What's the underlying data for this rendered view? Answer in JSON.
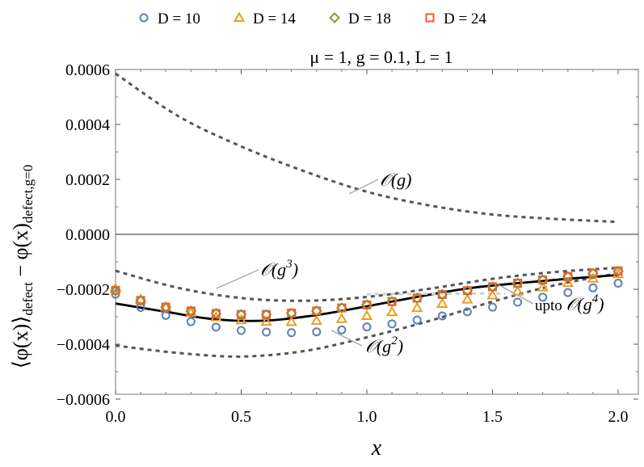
{
  "chart_data": {
    "type": "scatter",
    "title": "μ = 1,  g = 0.1,  L = 1",
    "xlabel": "x",
    "ylabel": "⟨φ(x)⟩defect − φ(x)defect,g=0",
    "ylabel_parts": {
      "main": "⟨φ(x)⟩",
      "sub1": "defect",
      "mid": " − φ(x)",
      "sub2": "defect,g=0"
    },
    "xlim": [
      0.0,
      2.05
    ],
    "ylim": [
      -0.00067,
      0.00069
    ],
    "x_ticks": [
      0.0,
      0.5,
      1.0,
      1.5,
      2.0
    ],
    "x_tick_labels": [
      "0.0",
      "0.5",
      "1.0",
      "1.5",
      "2.0"
    ],
    "y_ticks": [
      -0.0006,
      -0.0004,
      -0.0002,
      0.0,
      0.0002,
      0.0004,
      0.0006
    ],
    "y_tick_labels": [
      "−0.0006",
      "−0.0004",
      "−0.0002",
      "0.0000",
      "0.0002",
      "0.0004",
      "0.0006"
    ],
    "legend_position": "top",
    "series": [
      {
        "name": "D = 10",
        "marker": "circle",
        "color": "#5b7fba",
        "x": [
          0.0,
          0.1,
          0.2,
          0.3,
          0.4,
          0.5,
          0.6,
          0.7,
          0.8,
          0.9,
          1.0,
          1.1,
          1.2,
          1.3,
          1.4,
          1.5,
          1.6,
          1.7,
          1.8,
          1.9,
          2.0
        ],
        "y": [
          -0.000218,
          -0.000266,
          -0.000295,
          -0.000318,
          -0.000338,
          -0.00035,
          -0.000356,
          -0.000358,
          -0.000355,
          -0.000348,
          -0.000337,
          -0.000326,
          -0.000312,
          -0.000297,
          -0.000282,
          -0.000265,
          -0.000247,
          -0.000229,
          -0.000212,
          -0.000195,
          -0.000178
        ]
      },
      {
        "name": "D = 14",
        "marker": "triangle",
        "color": "#e8a020",
        "x": [
          0.0,
          0.1,
          0.2,
          0.3,
          0.4,
          0.5,
          0.6,
          0.7,
          0.8,
          0.9,
          1.0,
          1.1,
          1.2,
          1.3,
          1.4,
          1.5,
          1.6,
          1.7,
          1.8,
          1.9,
          2.0
        ],
        "y": [
          -0.000198,
          -0.000237,
          -0.000266,
          -0.000286,
          -0.000302,
          -0.000313,
          -0.000318,
          -0.000319,
          -0.000315,
          -0.000308,
          -0.000297,
          -0.000283,
          -0.000268,
          -0.000253,
          -0.000237,
          -0.000222,
          -0.000208,
          -0.000193,
          -0.000177,
          -0.000161,
          -0.000145
        ]
      },
      {
        "name": "D = 18",
        "marker": "diamond",
        "color": "#7ba02e",
        "x": [
          0.0,
          0.1,
          0.2,
          0.3,
          0.4,
          0.5,
          0.6,
          0.7,
          0.8,
          0.9,
          1.0,
          1.1,
          1.2,
          1.3,
          1.4,
          1.5,
          1.6,
          1.7,
          1.8,
          1.9,
          2.0
        ],
        "y": [
          -0.000206,
          -0.000241,
          -0.000265,
          -0.000279,
          -0.000288,
          -0.000292,
          -0.000292,
          -0.000287,
          -0.000279,
          -0.000268,
          -0.000257,
          -0.000245,
          -0.000233,
          -0.000219,
          -0.000205,
          -0.000191,
          -0.000178,
          -0.000166,
          -0.000154,
          -0.000142,
          -0.000135
        ]
      },
      {
        "name": "D = 24",
        "marker": "square",
        "color": "#e86030",
        "x": [
          0.0,
          0.1,
          0.2,
          0.3,
          0.4,
          0.5,
          0.6,
          0.7,
          0.8,
          0.9,
          1.0,
          1.1,
          1.2,
          1.3,
          1.4,
          1.5,
          1.6,
          1.7,
          1.8,
          1.9,
          2.0
        ],
        "y": [
          -0.000204,
          -0.000241,
          -0.000265,
          -0.000279,
          -0.000288,
          -0.000292,
          -0.000292,
          -0.000287,
          -0.000279,
          -0.000268,
          -0.000257,
          -0.000245,
          -0.000232,
          -0.000219,
          -0.000205,
          -0.000191,
          -0.000178,
          -0.000166,
          -0.000154,
          -0.000142,
          -0.000133
        ]
      }
    ],
    "curves": [
      {
        "label": "O(g)",
        "style": "dashed",
        "color": "#555555",
        "x": [
          0.0,
          0.25,
          0.5,
          0.75,
          1.0,
          1.25,
          1.5,
          1.75,
          2.0
        ],
        "y": [
          0.000585,
          0.00043,
          0.00032,
          0.00023,
          0.000155,
          0.000105,
          7.2e-05,
          5.6e-05,
          4.5e-05
        ]
      },
      {
        "label": "O(g²)",
        "style": "dashed",
        "color": "#555555",
        "x": [
          0.0,
          0.25,
          0.5,
          0.75,
          1.0,
          1.25,
          1.5,
          1.75,
          2.0
        ],
        "y": [
          -0.000405,
          -0.000432,
          -0.000445,
          -0.000425,
          -0.000375,
          -0.000315,
          -0.000245,
          -0.000185,
          -0.000142
        ]
      },
      {
        "label": "O(g³)",
        "style": "dashed",
        "color": "#555555",
        "x": [
          0.0,
          0.25,
          0.5,
          0.75,
          1.0,
          1.25,
          1.5,
          1.75,
          2.0
        ],
        "y": [
          -0.000133,
          -0.000195,
          -0.000232,
          -0.000242,
          -0.000228,
          -0.000198,
          -0.000162,
          -0.000137,
          -0.000122
        ]
      },
      {
        "label": "upto O(g⁴)",
        "style": "solid",
        "color": "#000000",
        "x": [
          0.0,
          0.2,
          0.4,
          0.6,
          0.8,
          1.0,
          1.2,
          1.4,
          1.6,
          1.8,
          2.0
        ],
        "y": [
          -0.000252,
          -0.000282,
          -0.00031,
          -0.000314,
          -0.000294,
          -0.000262,
          -0.000228,
          -0.000197,
          -0.000178,
          -0.000162,
          -0.000148
        ]
      }
    ],
    "annotations": [
      {
        "text": "𝒪(g)",
        "sup": ""
      },
      {
        "text": "𝒪(g",
        "sup": "3",
        "close": ")"
      },
      {
        "text": "𝒪(g",
        "sup": "2",
        "close": ")"
      },
      {
        "text": "upto 𝒪(g",
        "sup": "4",
        "close": ")"
      }
    ]
  }
}
